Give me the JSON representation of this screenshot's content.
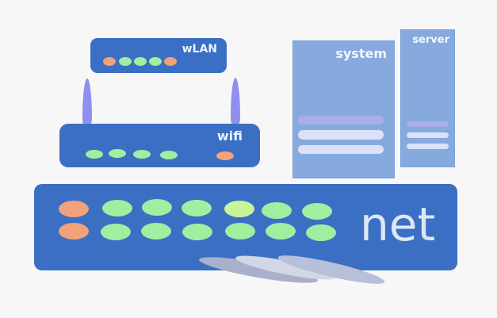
{
  "router": {
    "label": "wLAN"
  },
  "wifi_unit": {
    "label": "wifi"
  },
  "system_tower": {
    "label": "system"
  },
  "server_tower": {
    "label": "server"
  },
  "switch": {
    "label": "net"
  },
  "colors": {
    "device_blue": "#3a6fc4",
    "led_green": "#9ef0a0",
    "led_orange": "#f2a27a",
    "tower_blue": "#86a9de",
    "antenna_purple": "#8f8ff0"
  },
  "icons": {
    "antenna": "antenna-icon",
    "cables": "cable-icon"
  }
}
